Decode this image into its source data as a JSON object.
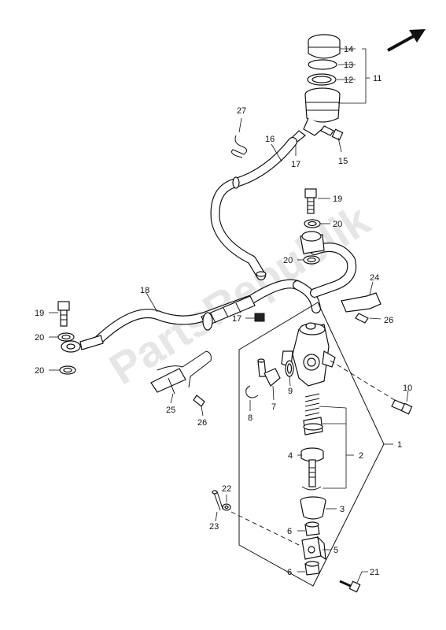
{
  "watermark": "PartsRepublik",
  "labels": {
    "p1": "1",
    "p2": "2",
    "p3": "3",
    "p4": "4",
    "p5": "5",
    "p6a": "6",
    "p6b": "6",
    "p7": "7",
    "p8": "8",
    "p9": "9",
    "p10": "10",
    "p11": "11",
    "p12": "12",
    "p13": "13",
    "p14": "14",
    "p15": "15",
    "p16": "16",
    "p17a": "17",
    "p17b": "17",
    "p18": "18",
    "p19a": "19",
    "p19b": "19",
    "p20a": "20",
    "p20b": "20",
    "p20c": "20",
    "p20d": "20",
    "p21": "21",
    "p22": "22",
    "p23": "23",
    "p24": "24",
    "p25": "25",
    "p26a": "26",
    "p26b": "26",
    "p27": "27"
  },
  "colors": {
    "ink": "#111111",
    "watermark": "#e6e6e6"
  },
  "icons": {
    "direction": "front-arrow-icon"
  }
}
